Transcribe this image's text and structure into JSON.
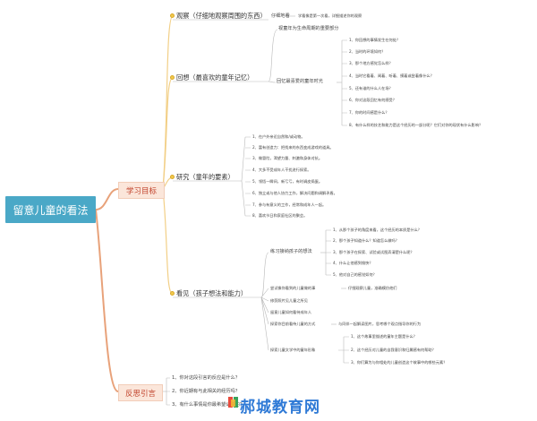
{
  "root": "留意儿童的看法",
  "main": {
    "learn": "学习目标",
    "reflect": "反思引言"
  },
  "observe": {
    "title": "观察（仔细地观察周围的东西）",
    "child": "仔细地看",
    "note": "学看像是第一次看，详细描述你的观察"
  },
  "recall": {
    "title": "回想（最喜欢的童年记忆）",
    "a": "视童年为生命周期的重要部分",
    "b": "回忆最喜爱的童年时光",
    "items": [
      "1、你回想的事情发生在何处？",
      "2、当时的环境如何？",
      "3、那个地方感觉怎么样？",
      "4、当时它看着、闻着、听着、摸着或尝着像什么？",
      "5、还有谁的什么人在场？",
      "6、你对这段回忆有何感受？",
      "7、你的时间感是什么？",
      "8、有什么样的技艺和能力是这个经历的一部分呢？它们对你的现状有什么影响？"
    ]
  },
  "research": {
    "title": "研究（童年的要素）",
    "items": [
      "1、在户外亲近自然和/或动物。",
      "2、富有创造力：把找来的东西变成游戏的道具。",
      "3、做冒险，渴望力量、刺激和身体对抗。",
      "4、大多不受成年人干扰进行探索。",
      "5、领悟一瞬间，新亏亏，有时调皮捣蛋。",
      "6、独立或与他人协力工作，解决问题和调解矛盾。",
      "7、参与有意义的工作，经常和成年人一起。",
      "8、喜欢节日和家庭社区的聚会。"
    ]
  },
  "see": {
    "title": "看见（孩子想法和能力）",
    "practice": "练习接纳孩子的想法",
    "practiceItems": [
      "1、从那个孩子的角度来看，这个经历的本质是什么？",
      "2、那个孩子知道什么？知道怎么做吗？",
      "3、那个孩子在探索、试验或试图弄清楚什么呢？",
      "4、什么让他感到愉快？",
      "5、他对自己的感觉如何？"
    ],
    "others": [
      "尝试像你看到的儿童做的事",
      "修剪照片见儿童之所见",
      "留意儿童如何看待成年人",
      "探索你目前看待儿童的方式",
      "探索儿童文学中的童年形象"
    ],
    "othersNote1": "仔细观察儿童，准确模仿他们",
    "othersNote4": "与同伴一起解读图片，思考哪个观点指导你的行为",
    "litItems": [
      "1、这个故事里描述的童年主题是什么？",
      "2、这个经历对儿童的自我意识和归属感有何帮助？",
      "3、你们算为与你相处的儿童创造这个故事中的哪些元素？"
    ]
  },
  "reflect": {
    "items": [
      "1、你对这段引言的反应是什么？",
      "2、你近期有与此相关的经历吗？",
      "3、有什么事情是你最希望记住的？"
    ]
  },
  "watermark": "郝城教育网"
}
